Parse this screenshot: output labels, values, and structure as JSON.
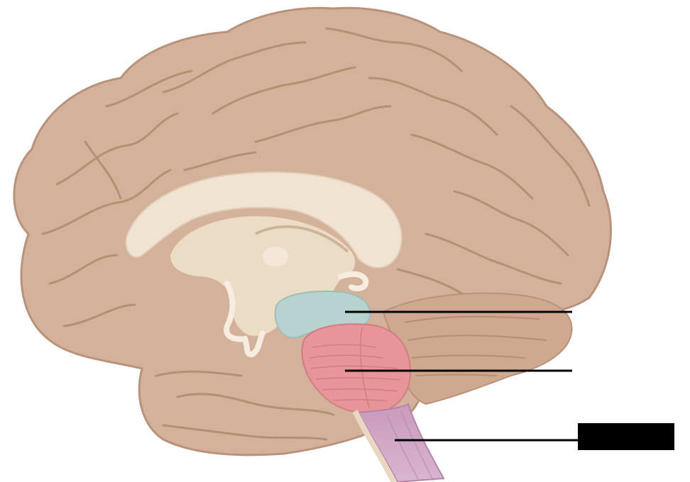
{
  "diagram": {
    "colors": {
      "cortex": "#d4b19a",
      "cortex_outline": "#b8927a",
      "gyri_lines": "#a98468",
      "white_matter": "#f1e3d2",
      "inner": "#ecdcc6",
      "midbrain": "#b7d3cf",
      "pons": "#e7959a",
      "medulla": "#c99abd",
      "leader_line": "#000000",
      "redaction_box": "#000000"
    },
    "labels": [
      {
        "id": "midbrain",
        "text": ""
      },
      {
        "id": "pons",
        "text": ""
      },
      {
        "id": "medulla",
        "text": ""
      }
    ]
  }
}
